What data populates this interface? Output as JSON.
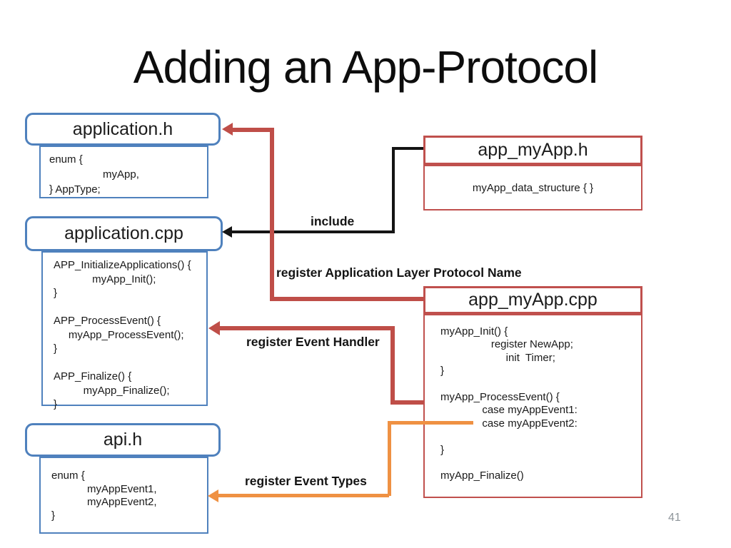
{
  "slide": {
    "title": "Adding an App-Protocol",
    "page_number": "41"
  },
  "palette": {
    "box_blue": "#4f81bd",
    "box_red": "#c0504d",
    "connector_red": "#bf4e48",
    "connector_black": "#141414",
    "connector_orange": "#ef9143"
  },
  "boxes": {
    "application_h": {
      "title": "application.h",
      "code": "enum {\n                  myApp,\n} AppType;"
    },
    "application_cpp": {
      "title": "application.cpp",
      "code": "APP_InitializeApplications() {\n             myApp_Init();\n}\n\nAPP_ProcessEvent() {\n     myApp_ProcessEvent();\n}\n\nAPP_Finalize() {\n          myApp_Finalize();\n}"
    },
    "api_h": {
      "title": "api.h",
      "code": "enum {\n            myAppEvent1,\n            myAppEvent2,\n}"
    },
    "app_myapp_h": {
      "title": "app_myApp.h",
      "code": "myApp_data_structure { }"
    },
    "app_myapp_cpp": {
      "title": "app_myApp.cpp",
      "code": "myApp_Init() {\n                 register NewApp;\n                      init  Timer;\n}\n\nmyApp_ProcessEvent() {\n              case myAppEvent1:\n              case myAppEvent2:\n\n}\n\nmyApp_Finalize()"
    }
  },
  "connectors": {
    "include": {
      "label": "include",
      "from": "app_myApp.h",
      "to": "application.cpp"
    },
    "register_protocol": {
      "label": "register Application Layer Protocol Name",
      "from": "app_myApp.cpp",
      "to": "application.h"
    },
    "register_handler": {
      "label": "register Event Handler",
      "from": "app_myApp.cpp",
      "to": "application.cpp"
    },
    "register_types": {
      "label": "register Event Types",
      "from": "app_myApp.cpp",
      "to": "api.h"
    }
  }
}
